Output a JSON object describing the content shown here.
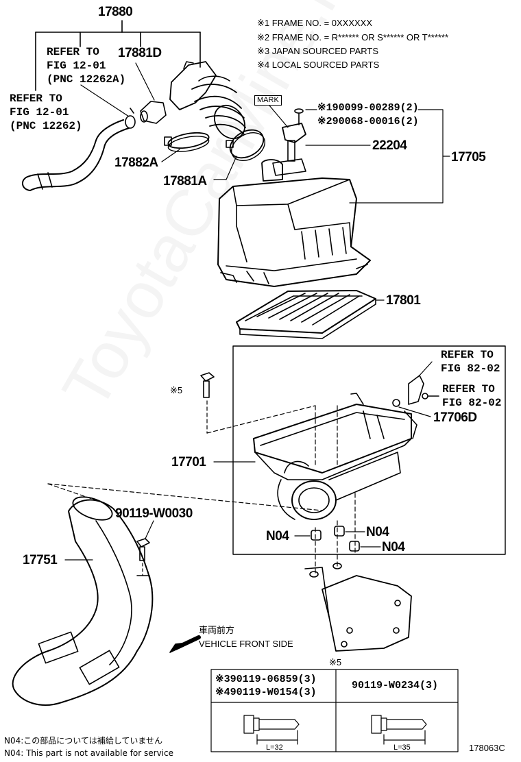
{
  "notes": [
    "※1 FRAME NO. = 0XXXXXX",
    "※2 FRAME NO. = R****** OR S****** OR T******",
    "※3 JAPAN SOURCED PARTS",
    "※4 LOCAL SOURCED PARTS"
  ],
  "parts": {
    "p17880": "17880",
    "p17881D": "17881D",
    "p17882A": "17882A",
    "p17881A": "17881A",
    "p22204": "22204",
    "p17705": "17705",
    "p17801": "17801",
    "p17706D": "17706D",
    "p17701": "17701",
    "p90119W0030": "90119-W0030",
    "p17751": "17751",
    "n04a": "N04",
    "n04b": "N04",
    "n04c": "N04",
    "bolt1": "※190099-00289(2)",
    "bolt2": "※290068-00016(2)"
  },
  "refs": {
    "ref1": [
      "REFER TO",
      "FIG 12-01",
      "(PNC 12262A)"
    ],
    "ref2": [
      "REFER TO",
      "FIG 12-01",
      "(PNC 12262)"
    ],
    "ref3": [
      "REFER TO",
      "FIG 82-02"
    ],
    "ref4": [
      "REFER TO",
      "FIG 82-02"
    ]
  },
  "mark_label": "MARK",
  "star5_a": "※5",
  "star5_b": "※5",
  "front": {
    "jp": "車両前方",
    "en": "VEHICLE FRONT SIDE"
  },
  "table": {
    "left_line1": "※390119-06859(3)",
    "left_line2": "※490119-W0154(3)",
    "right": "90119-W0234(3)",
    "left_len": "L=32",
    "right_len": "L=35"
  },
  "footer": {
    "jp": "N04:この部品については補給していません",
    "en": "N04: This part is not available for service"
  },
  "fig_code": "178063C",
  "watermark": "ToyotaCarMine.ru"
}
